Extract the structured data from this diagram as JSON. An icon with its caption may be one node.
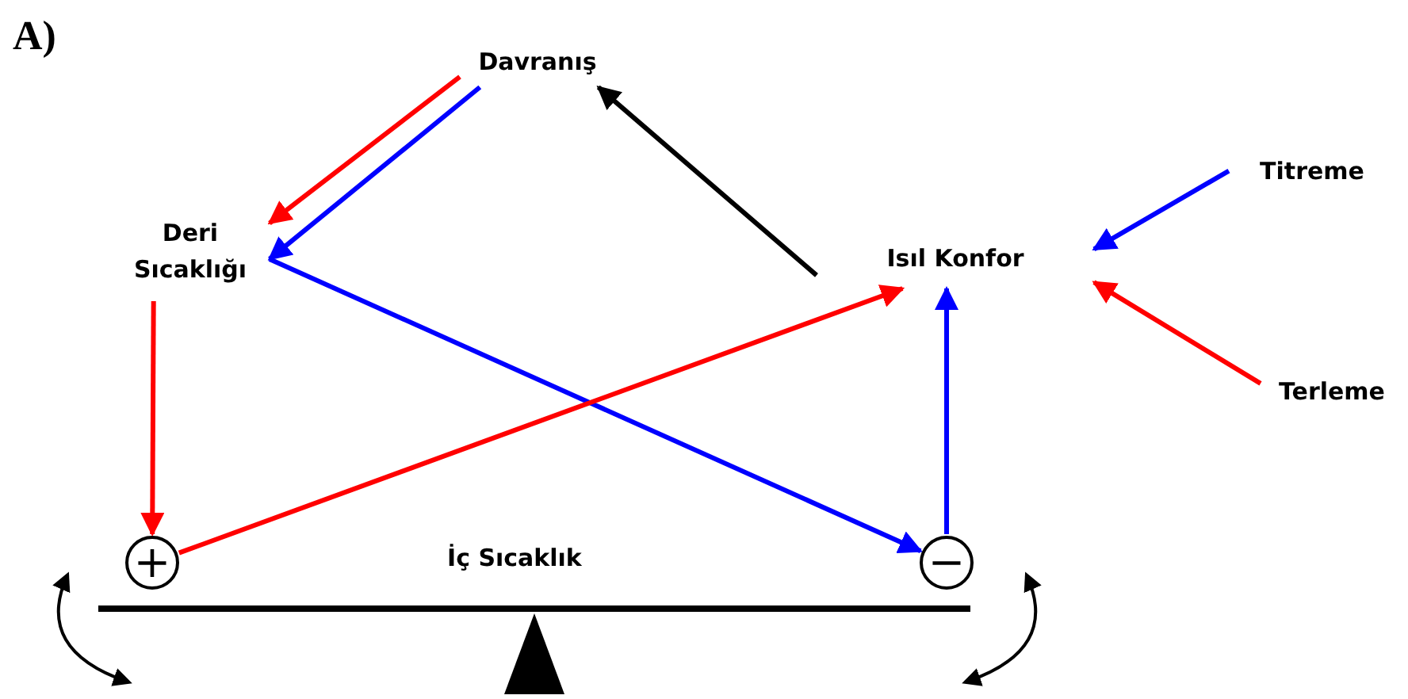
{
  "diagram": {
    "nodes": [
      {
        "text": [
          "Davranış"
        ]
      },
      {
        "text": [
          "Deri Sıcaklığı"
        ]
      },
      {
        "text": [
          "Isıl Konfor"
        ]
      },
      {
        "text": [
          "Titreme"
        ]
      },
      {
        "text": [
          "Terleme"
        ]
      },
      {
        "text": [
          "+"
        ]
      },
      {
        "text": [
          "−"
        ]
      }
    ],
    "edges": [
      {
        "from": 0,
        "to": 1,
        "arrow": "to",
        "color": "#ff0000"
      },
      {
        "from": 0,
        "to": 1,
        "arrow": "to",
        "color": "#0000ff"
      },
      {
        "from": 2,
        "to": 0,
        "arrow": "to",
        "color": "#000000"
      },
      {
        "from": 1,
        "to": 6,
        "arrow": "to",
        "color": "#0000ff"
      },
      {
        "from": 1,
        "to": 5,
        "arrow": "to",
        "color": "#ff0000"
      },
      {
        "from": 5,
        "to": 2,
        "arrow": "to",
        "color": "#ff0000"
      },
      {
        "from": 6,
        "to": 2,
        "arrow": "to",
        "color": "#0000ff"
      },
      {
        "from": 3,
        "to": 2,
        "arrow": "to",
        "color": "#0000ff"
      },
      {
        "from": 4,
        "to": 2,
        "arrow": "to",
        "color": "#ff0000"
      }
    ],
    "labels": [
      "A)",
      "İç Sıcaklık"
    ]
  }
}
